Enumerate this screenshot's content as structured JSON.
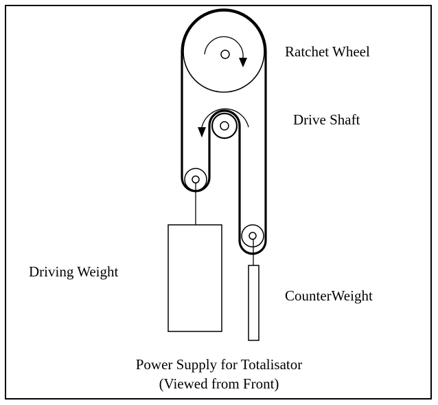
{
  "labels": {
    "ratchet_wheel": "Ratchet Wheel",
    "drive_shaft": "Drive Shaft",
    "driving_weight": "Driving Weight",
    "counterweight": "CounterWeight"
  },
  "caption": {
    "line1": "Power Supply for Totalisator",
    "line2": "(Viewed from Front)"
  }
}
